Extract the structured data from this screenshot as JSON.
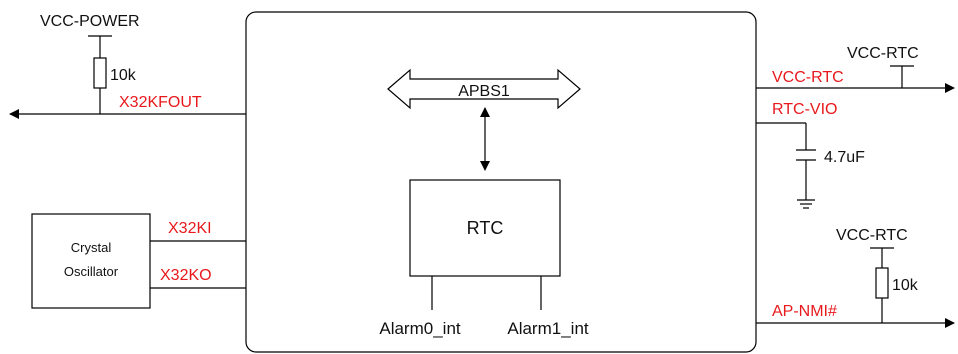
{
  "labels": {
    "vcc_power": "VCC-POWER",
    "res_left": "10k",
    "x32kfout": "X32KFOUT",
    "x32ki": "X32KI",
    "x32ko": "X32KO",
    "crystal_line1": "Crystal",
    "crystal_line2": "Oscillator",
    "apbs1": "APBS1",
    "rtc_block": "RTC",
    "alarm0": "Alarm0_int",
    "alarm1": "Alarm1_int",
    "vcc_rtc_top": "VCC-RTC",
    "vcc_rtc_signal": "VCC-RTC",
    "rtc_vio": "RTC-VIO",
    "cap_value": "4.7uF",
    "vcc_rtc_bottom": "VCC-RTC",
    "res_right": "10k",
    "ap_nmi": "AP-NMI#"
  },
  "colors": {
    "signal": "#e8191c",
    "text": "#111111",
    "line": "#000000"
  }
}
